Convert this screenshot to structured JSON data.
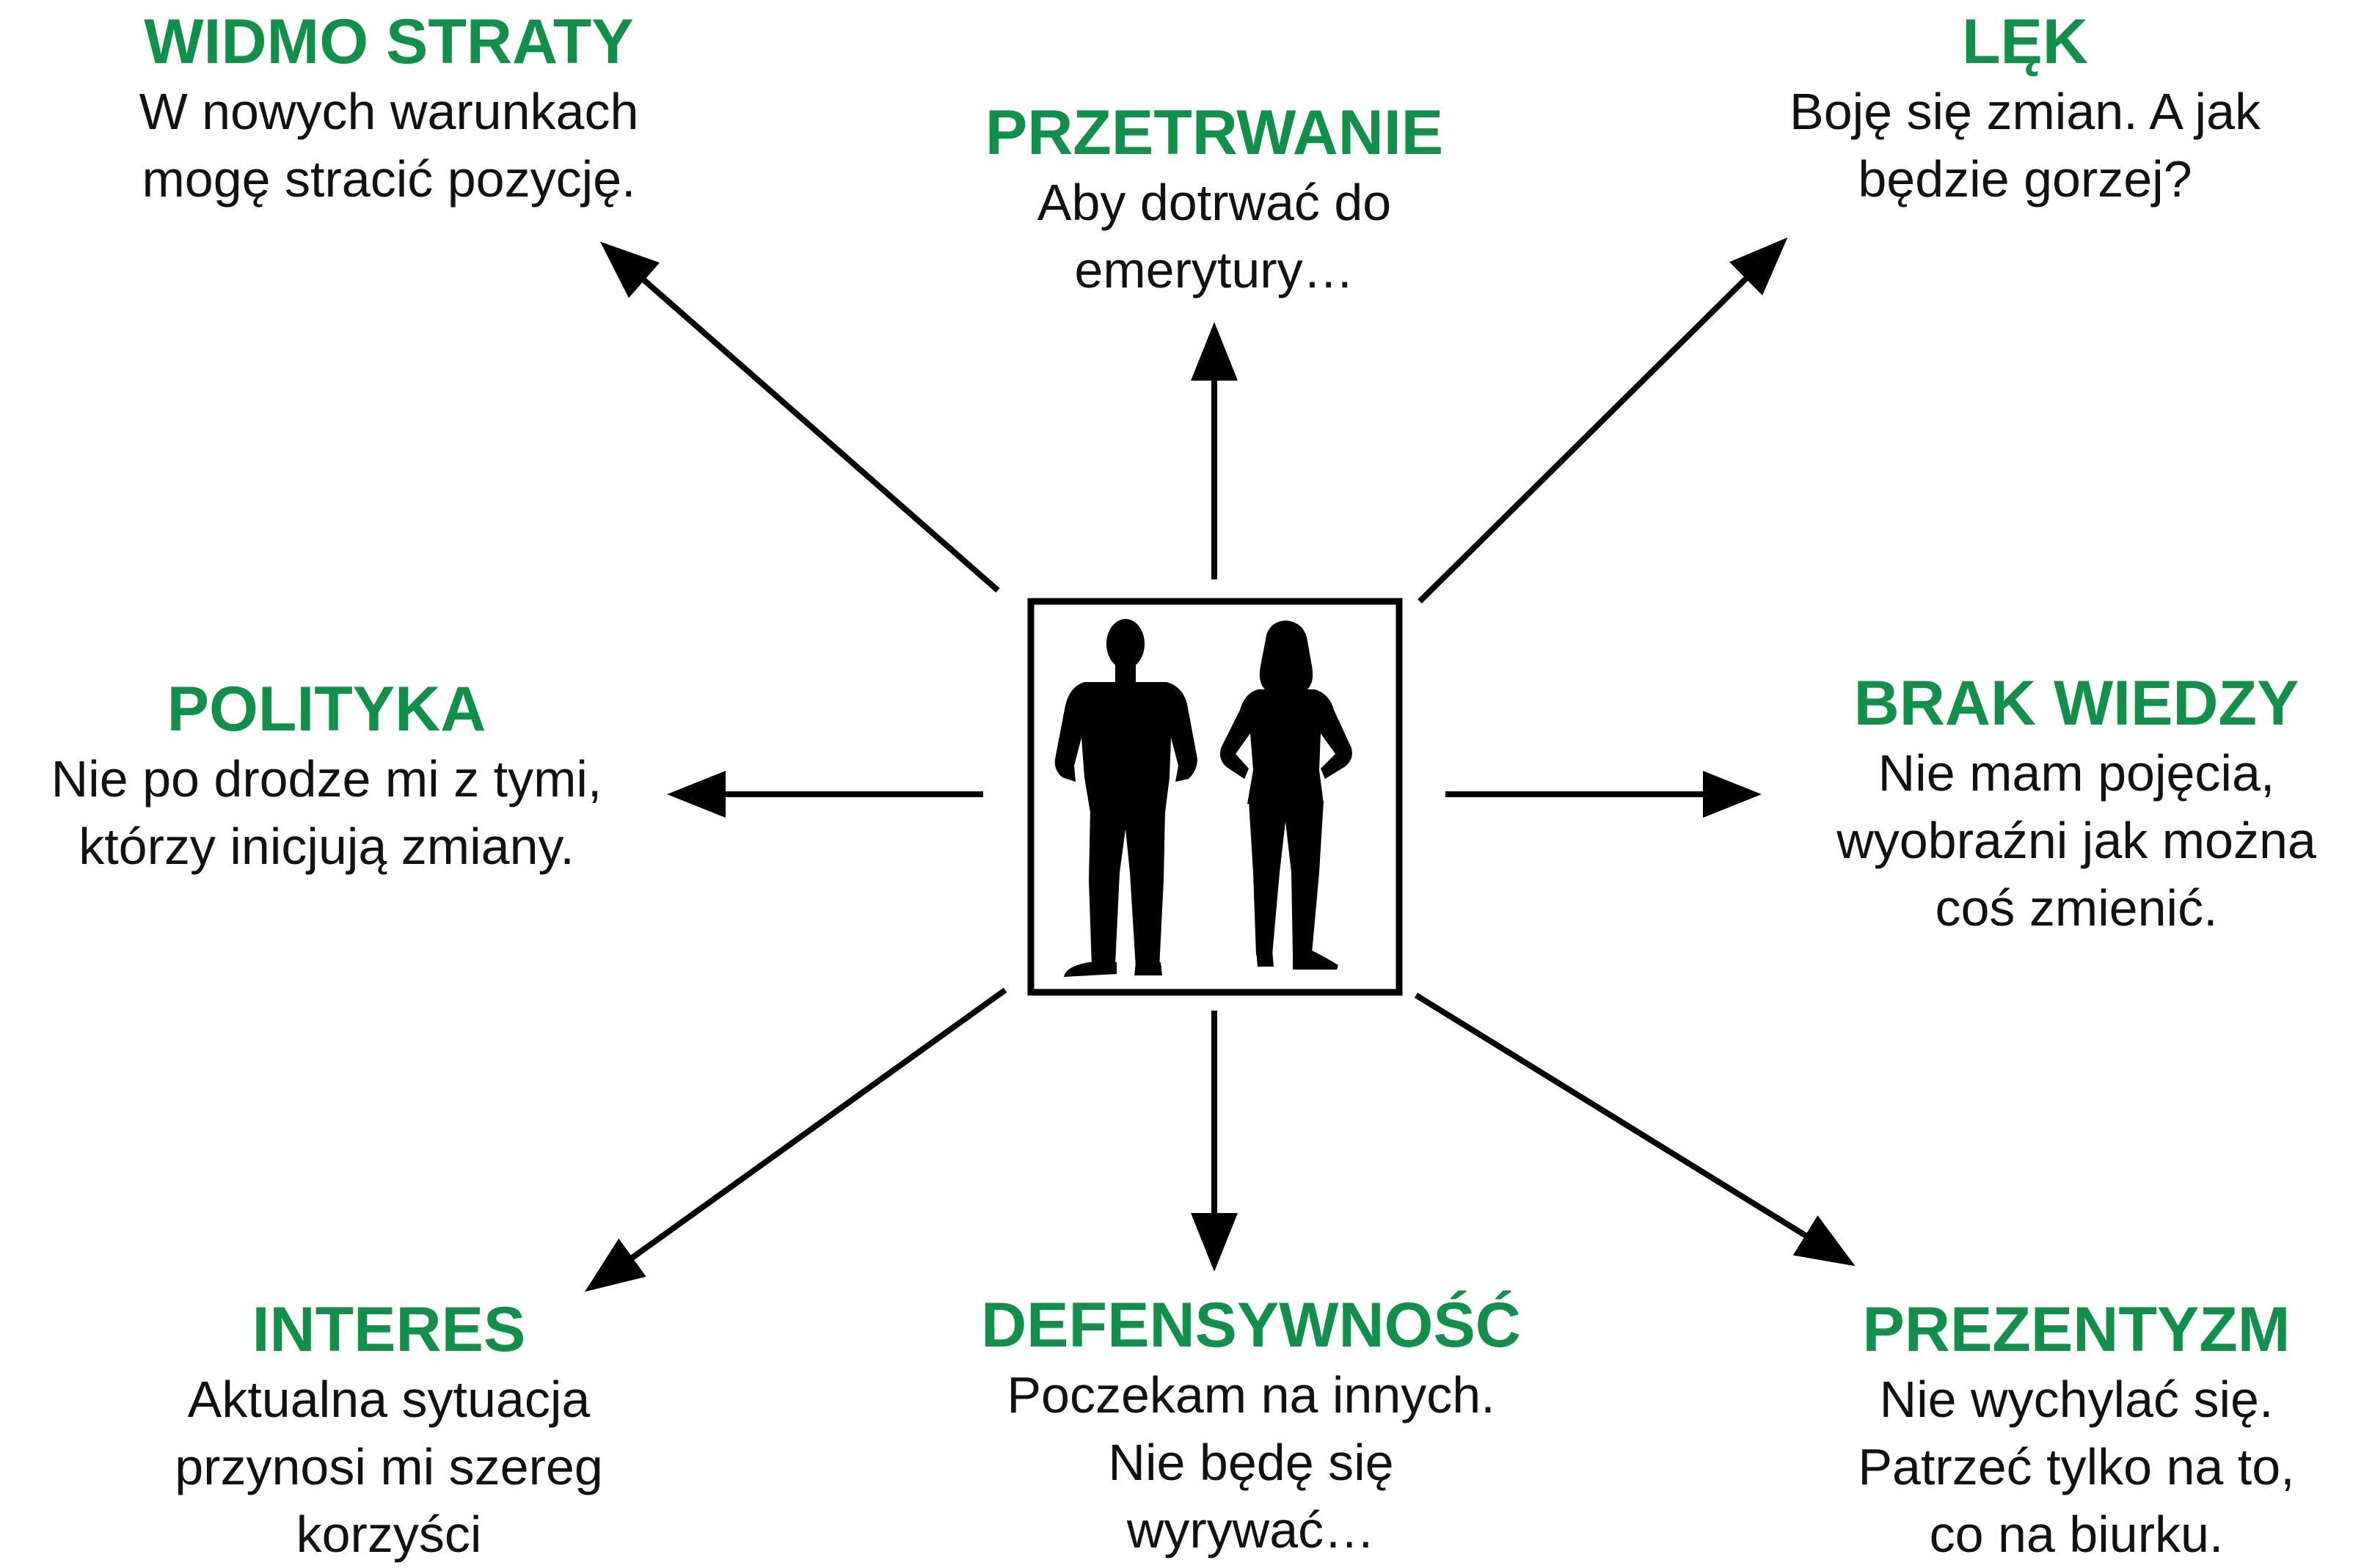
{
  "colors": {
    "title": "#10904a",
    "text": "#111111",
    "arrow": "#000000"
  },
  "center": {
    "icon": "man-and-woman-silhouette-icon"
  },
  "nodes": {
    "widmo_straty": {
      "title": "WIDMO STRATY",
      "lines": [
        "W nowych warunkach",
        "mogę stracić pozycję."
      ]
    },
    "przetrwanie": {
      "title": "PRZETRWANIE",
      "lines": [
        "Aby dotrwać do",
        "emerytury…"
      ]
    },
    "lek": {
      "title": "LĘK",
      "lines": [
        "Boję się zmian. A jak",
        "będzie gorzej?"
      ]
    },
    "polityka": {
      "title": "POLITYKA",
      "lines": [
        "Nie po drodze mi z tymi,",
        "którzy inicjują zmiany."
      ]
    },
    "brak_wiedzy": {
      "title": "BRAK WIEDZY",
      "lines": [
        "Nie mam pojęcia,",
        "wyobraźni jak można",
        "coś zmienić."
      ]
    },
    "interes": {
      "title": "INTERES",
      "lines": [
        "Aktualna sytuacja",
        "przynosi mi szereg",
        "korzyści"
      ]
    },
    "defensywnosc": {
      "title": "DEFENSYWNOŚĆ",
      "lines": [
        "Poczekam na innych.",
        "Nie będę się",
        "wyrywać…"
      ]
    },
    "prezentyzm": {
      "title": "PREZENTYZM",
      "lines": [
        "Nie wychylać się.",
        "Patrzeć tylko na to,",
        "co na biurku."
      ]
    }
  }
}
